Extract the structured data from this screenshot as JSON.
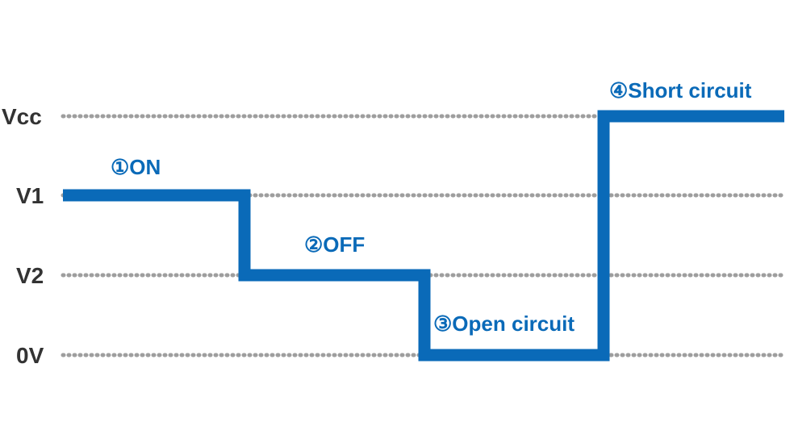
{
  "levels": [
    {
      "label": "Vcc"
    },
    {
      "label": "V1"
    },
    {
      "label": "V2"
    },
    {
      "label": "0V"
    }
  ],
  "states": [
    {
      "label": "①ON"
    },
    {
      "label": "②OFF"
    },
    {
      "label": "③Open circuit"
    },
    {
      "label": "④Short circuit"
    }
  ],
  "colors": {
    "signal": "#0a6ab8",
    "grid": "#9e9e9e",
    "text": "#333333"
  }
}
